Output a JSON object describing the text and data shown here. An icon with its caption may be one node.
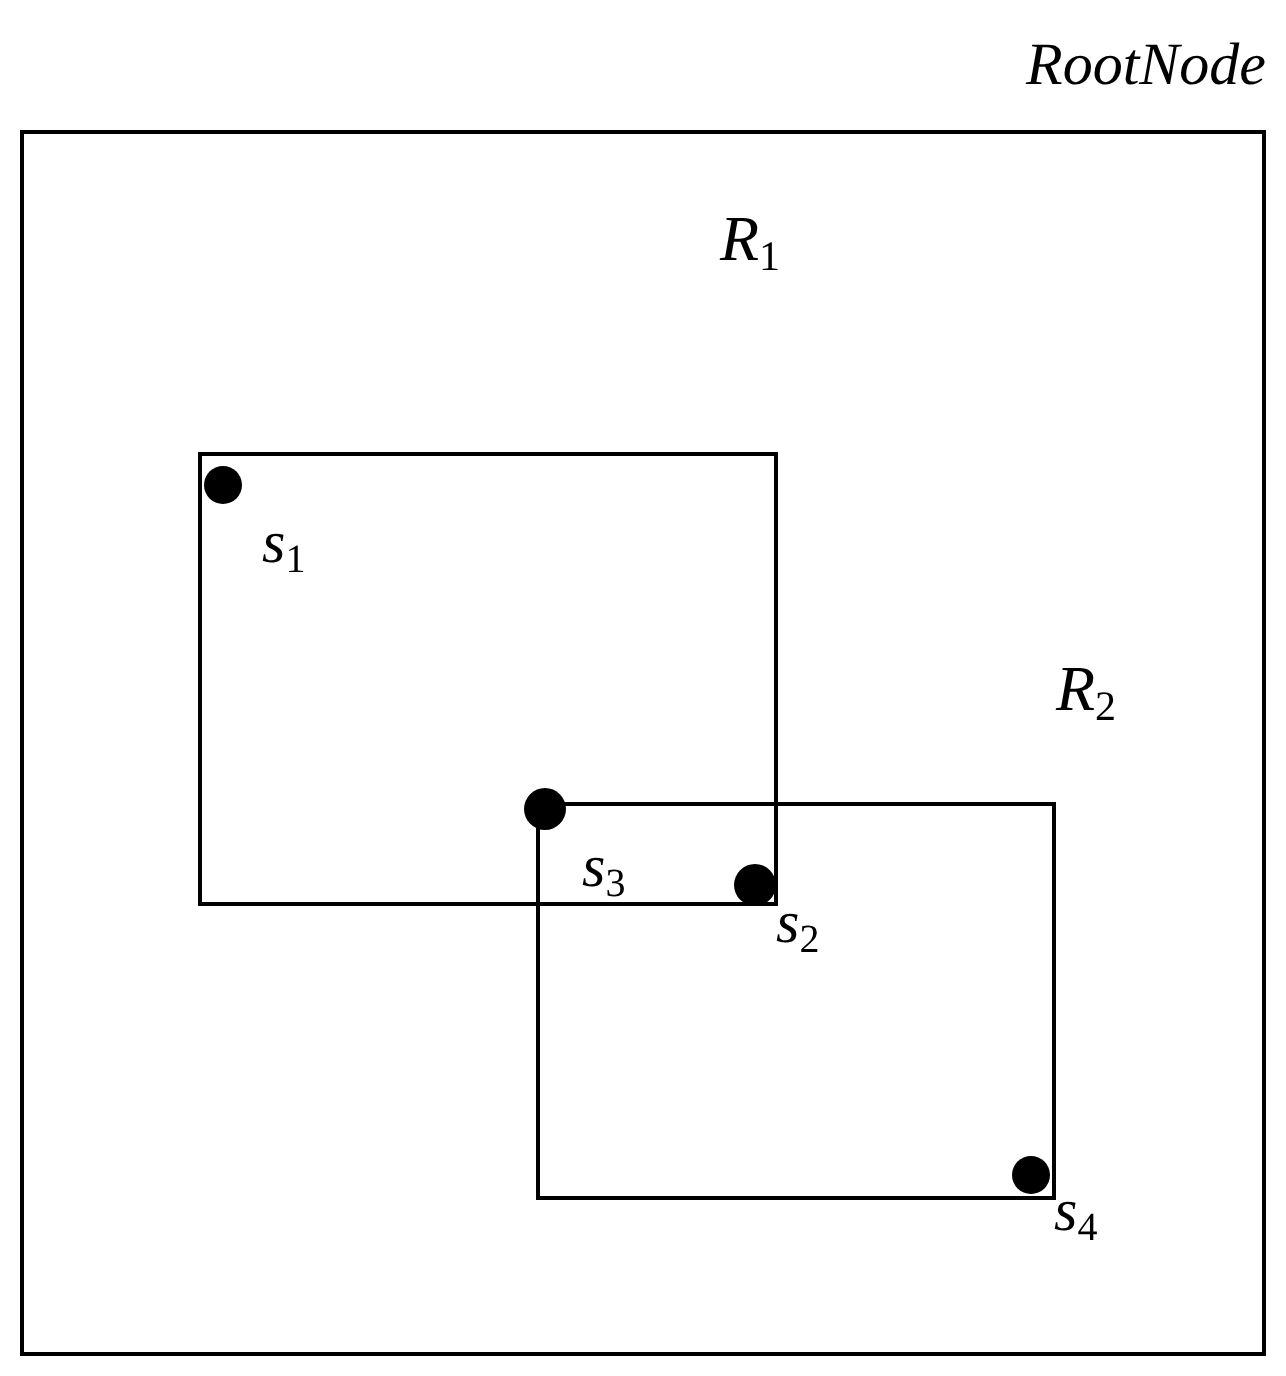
{
  "diagram": {
    "nodes": [
      {
        "text": [
          "RootNode"
        ]
      },
      {
        "text": [],
        "shape": "box",
        "in": 0
      },
      {
        "text": [],
        "shape": "box",
        "in": 0
      },
      {
        "text": [],
        "shape": "circle",
        "in": 1,
        "beside": [
          "s$_{1}$"
        ]
      },
      {
        "text": [],
        "shape": "circle",
        "in": 1,
        "beside": [
          "s$_{3}$"
        ]
      },
      {
        "text": [],
        "shape": "circle",
        "beside": [
          "s$_{2}$"
        ]
      },
      {
        "text": [],
        "shape": "circle",
        "in": 2,
        "beside": [
          "s$_{4}$"
        ]
      }
    ],
    "labels": [
      "R$_{1}$",
      "R$_{2}$"
    ]
  }
}
